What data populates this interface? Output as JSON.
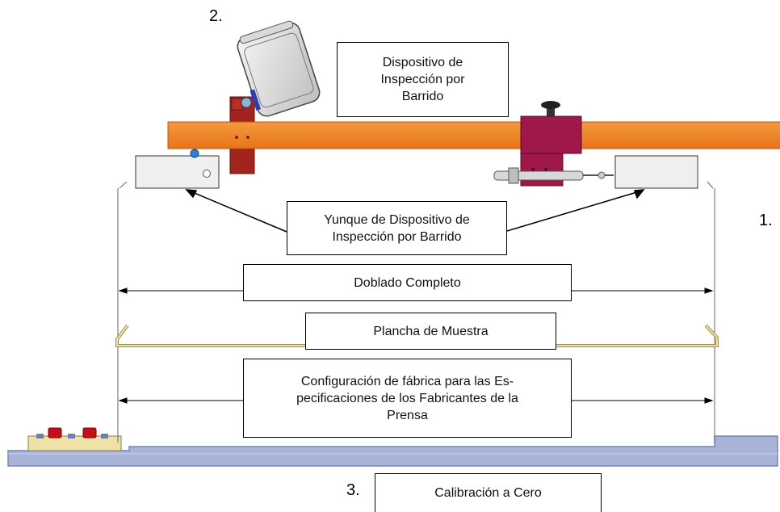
{
  "numbers": {
    "n1": "1.",
    "n2": "2.",
    "n3": "3."
  },
  "labels": {
    "scanner_device": "Dispositivo de\nInspección por\nBarrido",
    "scanner_anvil": "Yunque de Dispositivo de\nInspección por Barrido",
    "full_bend": "Doblado Completo",
    "sample_plate": "Plancha de Muestra",
    "factory_setting": "Configuración de fábrica para las Es-\npecificaciones de los Fabricantes de la\nPrensa",
    "zero_calibration": "Calibración a Cero"
  },
  "colors": {
    "beam": "#f07f1a",
    "clamp": "#a0174a",
    "bracket": "#a3241f",
    "base": "#a8b3d8",
    "block": "#efefef",
    "platform": "#efe2a8",
    "knob": "#c4101b",
    "wire": "#d9cf8a"
  }
}
